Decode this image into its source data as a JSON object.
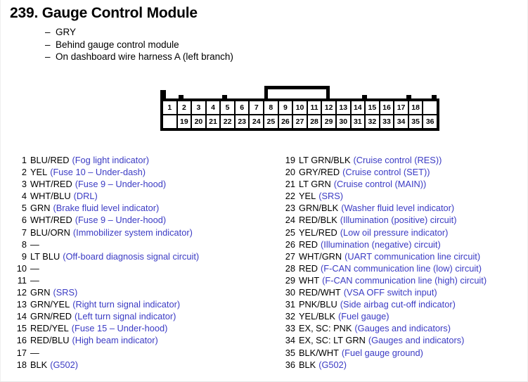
{
  "header": {
    "title": "239. Gauge Control Module",
    "bullets": [
      {
        "dash": "–",
        "text": "GRY"
      },
      {
        "dash": "–",
        "text": "Behind gauge control module"
      },
      {
        "dash": "–",
        "text": "On dashboard wire harness A (left branch)"
      }
    ]
  },
  "connector": {
    "name": "36-pin connector",
    "top_row": [
      "1",
      "2",
      "3",
      "4",
      "5",
      "6",
      "7",
      "8",
      "9",
      "10",
      "11",
      "12",
      "13",
      "14",
      "15",
      "16",
      "17",
      "18",
      ""
    ],
    "bottom_row": [
      "",
      "19",
      "20",
      "21",
      "22",
      "23",
      "24",
      "25",
      "26",
      "27",
      "28",
      "29",
      "30",
      "31",
      "32",
      "33",
      "34",
      "35",
      "36"
    ],
    "lock_bracket_spans_pins": "8-11"
  },
  "colors": {
    "description_blue": "#3b3bc4",
    "label_black": "#000000",
    "connector_body": "#000000",
    "page_background": "#ffffff"
  },
  "pins_left": [
    {
      "num": "1",
      "color": "BLU/RED",
      "desc": "(Fog light indicator)"
    },
    {
      "num": "2",
      "color": "YEL",
      "desc": "(Fuse 10 – Under-dash)"
    },
    {
      "num": "3",
      "color": "WHT/RED",
      "desc": "(Fuse 9 – Under-hood)"
    },
    {
      "num": "4",
      "color": "WHT/BLU",
      "desc": "(DRL)"
    },
    {
      "num": "5",
      "color": "GRN",
      "desc": "(Brake fluid level indicator)"
    },
    {
      "num": "6",
      "color": "WHT/RED",
      "desc": "(Fuse 9 – Under-hood)"
    },
    {
      "num": "7",
      "color": "BLU/ORN",
      "desc": "(Immobilizer system indicator)"
    },
    {
      "num": "8",
      "color": "—",
      "desc": ""
    },
    {
      "num": "9",
      "color": "LT BLU",
      "desc": "(Off-board diagnosis signal circuit)"
    },
    {
      "num": "10",
      "color": "—",
      "desc": ""
    },
    {
      "num": "11",
      "color": "—",
      "desc": ""
    },
    {
      "num": "12",
      "color": "GRN",
      "desc": "(SRS)"
    },
    {
      "num": "13",
      "color": "GRN/YEL",
      "desc": "(Right turn signal indicator)"
    },
    {
      "num": "14",
      "color": "GRN/RED",
      "desc": "(Left turn signal indicator)"
    },
    {
      "num": "15",
      "color": "RED/YEL",
      "desc": "(Fuse 15 – Under-hood)"
    },
    {
      "num": "16",
      "color": "RED/BLU",
      "desc": "(High beam indicator)"
    },
    {
      "num": "17",
      "color": "—",
      "desc": ""
    },
    {
      "num": "18",
      "color": "BLK",
      "desc": "(G502)"
    }
  ],
  "pins_right": [
    {
      "num": "19",
      "color": "LT GRN/BLK",
      "desc": "(Cruise control (RES))"
    },
    {
      "num": "20",
      "color": "GRY/RED",
      "desc": "(Cruise control (SET))"
    },
    {
      "num": "21",
      "color": "LT GRN",
      "desc": "(Cruise control (MAIN))"
    },
    {
      "num": "22",
      "color": "YEL",
      "desc": "(SRS)"
    },
    {
      "num": "23",
      "color": "GRN/BLK",
      "desc": "(Washer fluid level indicator)"
    },
    {
      "num": "24",
      "color": "RED/BLK",
      "desc": "(Illumination (positive) circuit)"
    },
    {
      "num": "25",
      "color": "YEL/RED",
      "desc": "(Low oil pressure indicator)"
    },
    {
      "num": "26",
      "color": "RED",
      "desc": "(Illumination (negative) circuit)"
    },
    {
      "num": "27",
      "color": "WHT/GRN",
      "desc": "(UART communication line circuit)"
    },
    {
      "num": "28",
      "color": "RED",
      "desc": "(F-CAN communication line (low) circuit)"
    },
    {
      "num": "29",
      "color": "WHT",
      "desc": "(F-CAN communication line (high) circuit)"
    },
    {
      "num": "30",
      "color": "RED/WHT",
      "desc": "(VSA OFF switch input)"
    },
    {
      "num": "31",
      "color": "PNK/BLU",
      "desc": "(Side airbag cut-off indicator)"
    },
    {
      "num": "32",
      "color": "YEL/BLK",
      "desc": "(Fuel gauge)"
    },
    {
      "num": "33",
      "color": "EX, SC: PNK",
      "desc": "(Gauges and indicators)"
    },
    {
      "num": "34",
      "color": "EX, SC: LT GRN",
      "desc": "(Gauges and indicators)"
    },
    {
      "num": "35",
      "color": "BLK/WHT",
      "desc": "(Fuel gauge ground)"
    },
    {
      "num": "36",
      "color": "BLK",
      "desc": "(G502)"
    }
  ]
}
